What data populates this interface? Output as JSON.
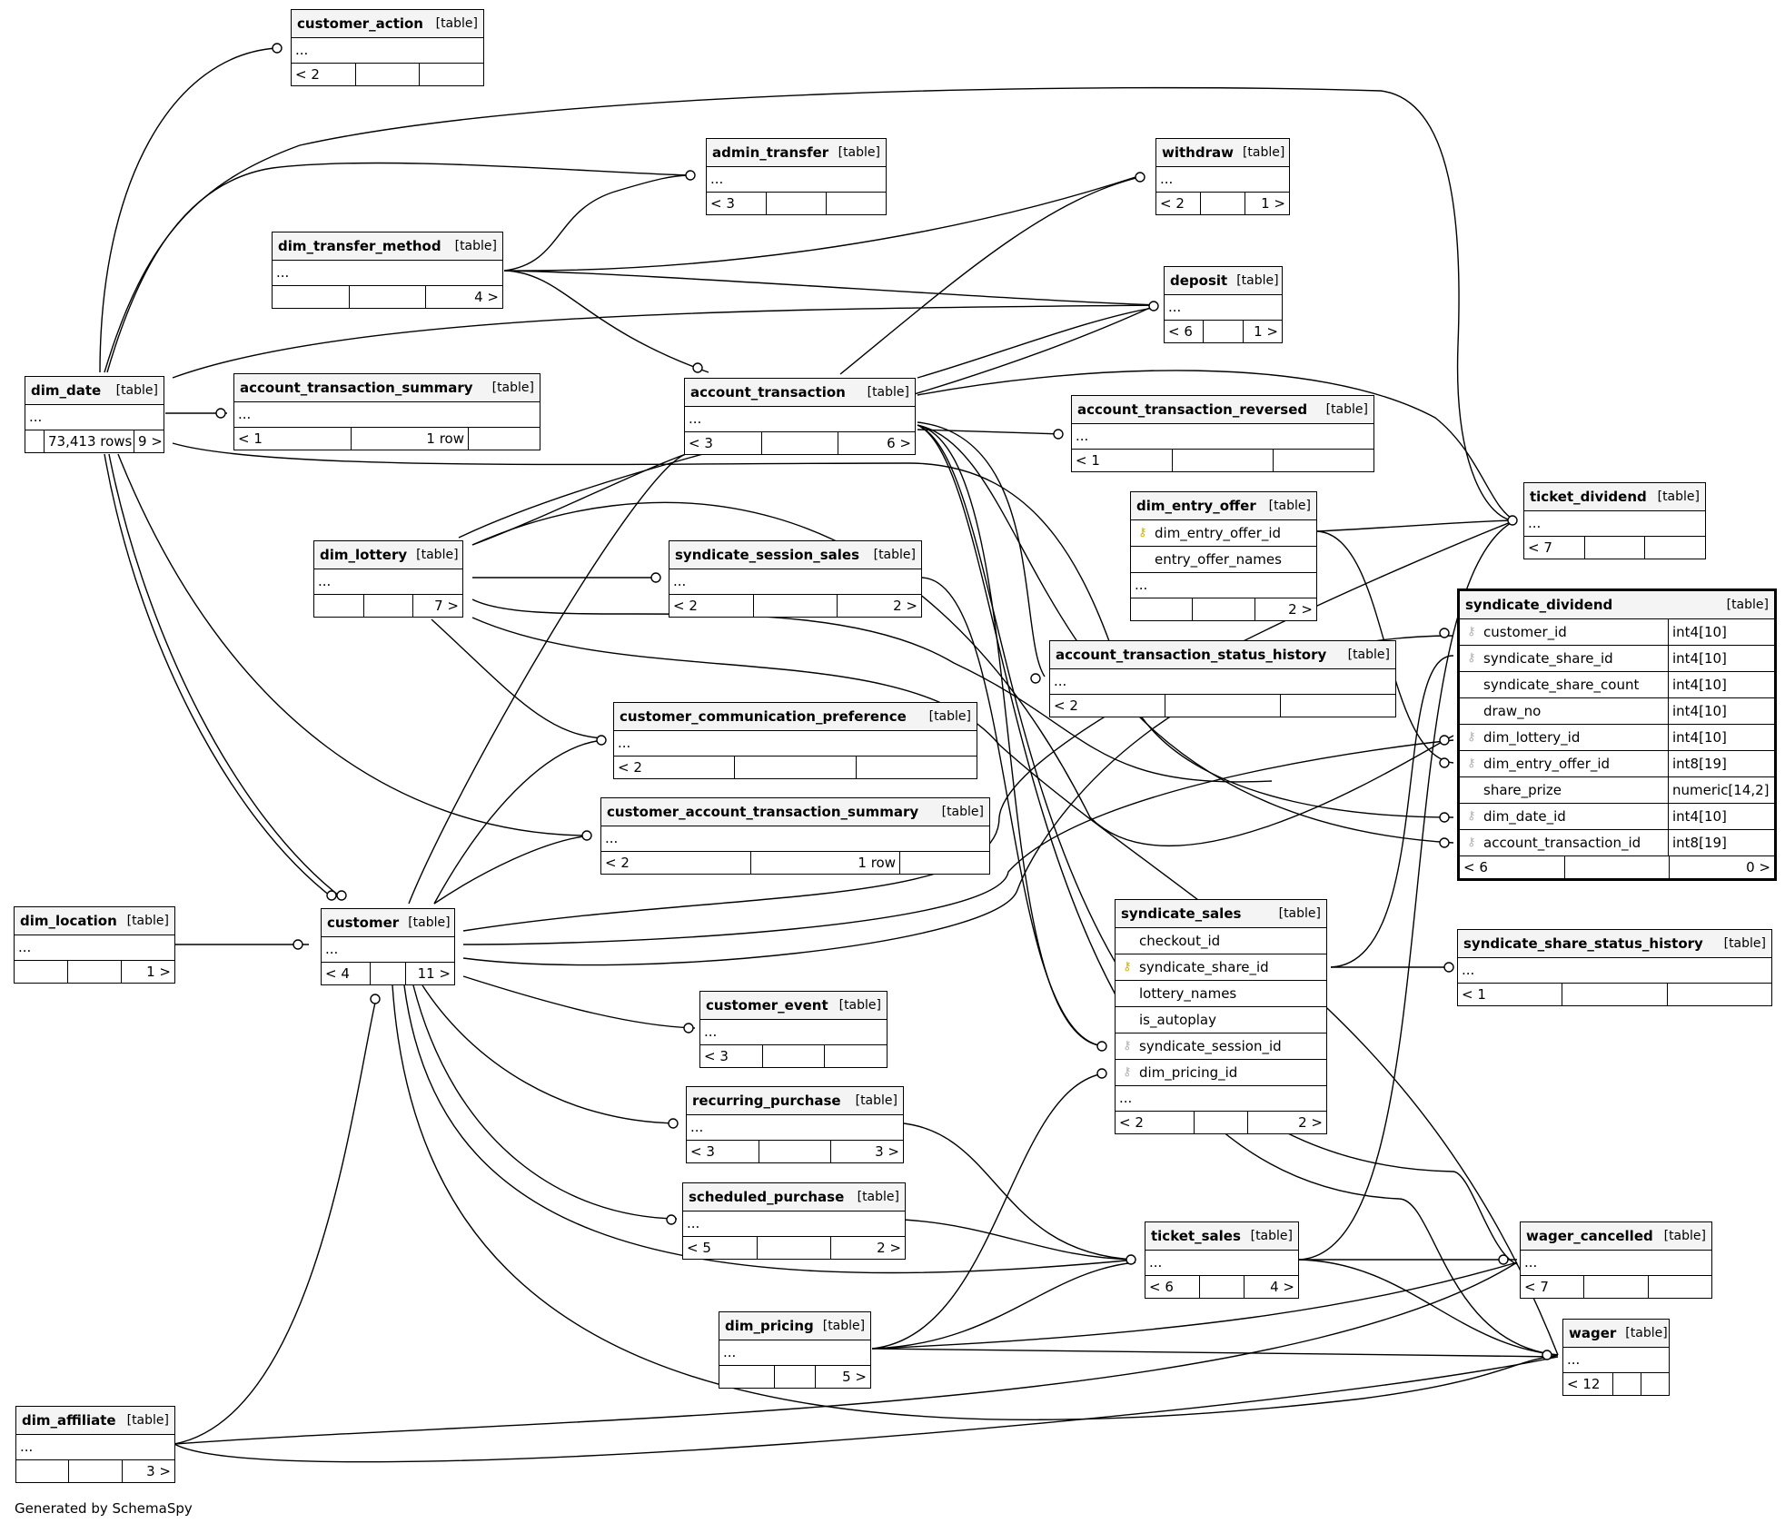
{
  "tables": {
    "customer_action": {
      "name": "customer_action",
      "type": "[table]",
      "body": "...",
      "footer": [
        "< 2",
        "",
        ""
      ]
    },
    "admin_transfer": {
      "name": "admin_transfer",
      "type": "[table]",
      "body": "...",
      "footer": [
        "< 3",
        "",
        ""
      ]
    },
    "withdraw": {
      "name": "withdraw",
      "type": "[table]",
      "body": "...",
      "footer": [
        "< 2",
        "",
        "1 >"
      ]
    },
    "dim_transfer_method": {
      "name": "dim_transfer_method",
      "type": "[table]",
      "body": "...",
      "footer": [
        "",
        "",
        "4 >"
      ]
    },
    "deposit": {
      "name": "deposit",
      "type": "[table]",
      "body": "...",
      "footer": [
        "< 6",
        "",
        "1 >"
      ]
    },
    "dim_date": {
      "name": "dim_date",
      "type": "[table]",
      "body": "...",
      "footer": [
        "",
        "73,413 rows",
        "9 >"
      ]
    },
    "account_transaction_summary": {
      "name": "account_transaction_summary",
      "type": "[table]",
      "body": "...",
      "footer": [
        "< 1",
        "1 row",
        ""
      ]
    },
    "account_transaction": {
      "name": "account_transaction",
      "type": "[table]",
      "body": "...",
      "footer": [
        "< 3",
        "",
        "6 >"
      ]
    },
    "account_transaction_reversed": {
      "name": "account_transaction_reversed",
      "type": "[table]",
      "body": "...",
      "footer": [
        "< 1",
        "",
        ""
      ]
    },
    "dim_entry_offer": {
      "name": "dim_entry_offer",
      "type": "[table]",
      "columns": [
        "dim_entry_offer_id",
        "entry_offer_names"
      ],
      "body": "...",
      "footer": [
        "",
        "",
        "2 >"
      ]
    },
    "ticket_dividend": {
      "name": "ticket_dividend",
      "type": "[table]",
      "body": "...",
      "footer": [
        "< 7",
        "",
        ""
      ]
    },
    "dim_lottery": {
      "name": "dim_lottery",
      "type": "[table]",
      "body": "...",
      "footer": [
        "",
        "",
        "7 >"
      ]
    },
    "syndicate_session_sales": {
      "name": "syndicate_session_sales",
      "type": "[table]",
      "body": "...",
      "footer": [
        "< 2",
        "",
        "2 >"
      ]
    },
    "syndicate_dividend": {
      "name": "syndicate_dividend",
      "type": "[table]",
      "columns": [
        {
          "name": "customer_id",
          "type": "int4[10]"
        },
        {
          "name": "syndicate_share_id",
          "type": "int4[10]"
        },
        {
          "name": "syndicate_share_count",
          "type": "int4[10]"
        },
        {
          "name": "draw_no",
          "type": "int4[10]"
        },
        {
          "name": "dim_lottery_id",
          "type": "int4[10]"
        },
        {
          "name": "dim_entry_offer_id",
          "type": "int8[19]"
        },
        {
          "name": "share_prize",
          "type": "numeric[14,2]"
        },
        {
          "name": "dim_date_id",
          "type": "int4[10]"
        },
        {
          "name": "account_transaction_id",
          "type": "int8[19]"
        }
      ],
      "footer": [
        "< 6",
        "",
        "0 >"
      ]
    },
    "account_transaction_status_history": {
      "name": "account_transaction_status_history",
      "type": "[table]",
      "body": "...",
      "footer": [
        "< 2",
        "",
        ""
      ]
    },
    "customer_communication_preference": {
      "name": "customer_communication_preference",
      "type": "[table]",
      "body": "...",
      "footer": [
        "< 2",
        "",
        ""
      ]
    },
    "customer_account_transaction_summary": {
      "name": "customer_account_transaction_summary",
      "type": "[table]",
      "body": "...",
      "footer": [
        "< 2",
        "1 row",
        ""
      ]
    },
    "dim_location": {
      "name": "dim_location",
      "type": "[table]",
      "body": "...",
      "footer": [
        "",
        "",
        "1 >"
      ]
    },
    "customer": {
      "name": "customer",
      "type": "[table]",
      "body": "...",
      "footer": [
        "< 4",
        "",
        "11 >"
      ]
    },
    "syndicate_sales": {
      "name": "syndicate_sales",
      "type": "[table]",
      "columns": [
        "checkout_id",
        "syndicate_share_id",
        "lottery_names",
        "is_autoplay",
        "syndicate_session_id",
        "dim_pricing_id"
      ],
      "body": "...",
      "footer": [
        "< 2",
        "",
        "2 >"
      ]
    },
    "syndicate_share_status_history": {
      "name": "syndicate_share_status_history",
      "type": "[table]",
      "body": "...",
      "footer": [
        "< 1",
        "",
        ""
      ]
    },
    "customer_event": {
      "name": "customer_event",
      "type": "[table]",
      "body": "...",
      "footer": [
        "< 3",
        "",
        ""
      ]
    },
    "recurring_purchase": {
      "name": "recurring_purchase",
      "type": "[table]",
      "body": "...",
      "footer": [
        "< 3",
        "",
        "3 >"
      ]
    },
    "scheduled_purchase": {
      "name": "scheduled_purchase",
      "type": "[table]",
      "body": "...",
      "footer": [
        "< 5",
        "",
        "2 >"
      ]
    },
    "ticket_sales": {
      "name": "ticket_sales",
      "type": "[table]",
      "body": "...",
      "footer": [
        "< 6",
        "",
        "4 >"
      ]
    },
    "wager_cancelled": {
      "name": "wager_cancelled",
      "type": "[table]",
      "body": "...",
      "footer": [
        "< 7",
        "",
        ""
      ]
    },
    "dim_pricing": {
      "name": "dim_pricing",
      "type": "[table]",
      "body": "...",
      "footer": [
        "",
        "",
        "5 >"
      ]
    },
    "wager": {
      "name": "wager",
      "type": "[table]",
      "body": "...",
      "footer": [
        "< 12",
        "",
        ""
      ]
    },
    "dim_affiliate": {
      "name": "dim_affiliate",
      "type": "[table]",
      "body": "...",
      "footer": [
        "",
        "",
        "3 >"
      ]
    }
  },
  "generated_by": "Generated by SchemaSpy"
}
